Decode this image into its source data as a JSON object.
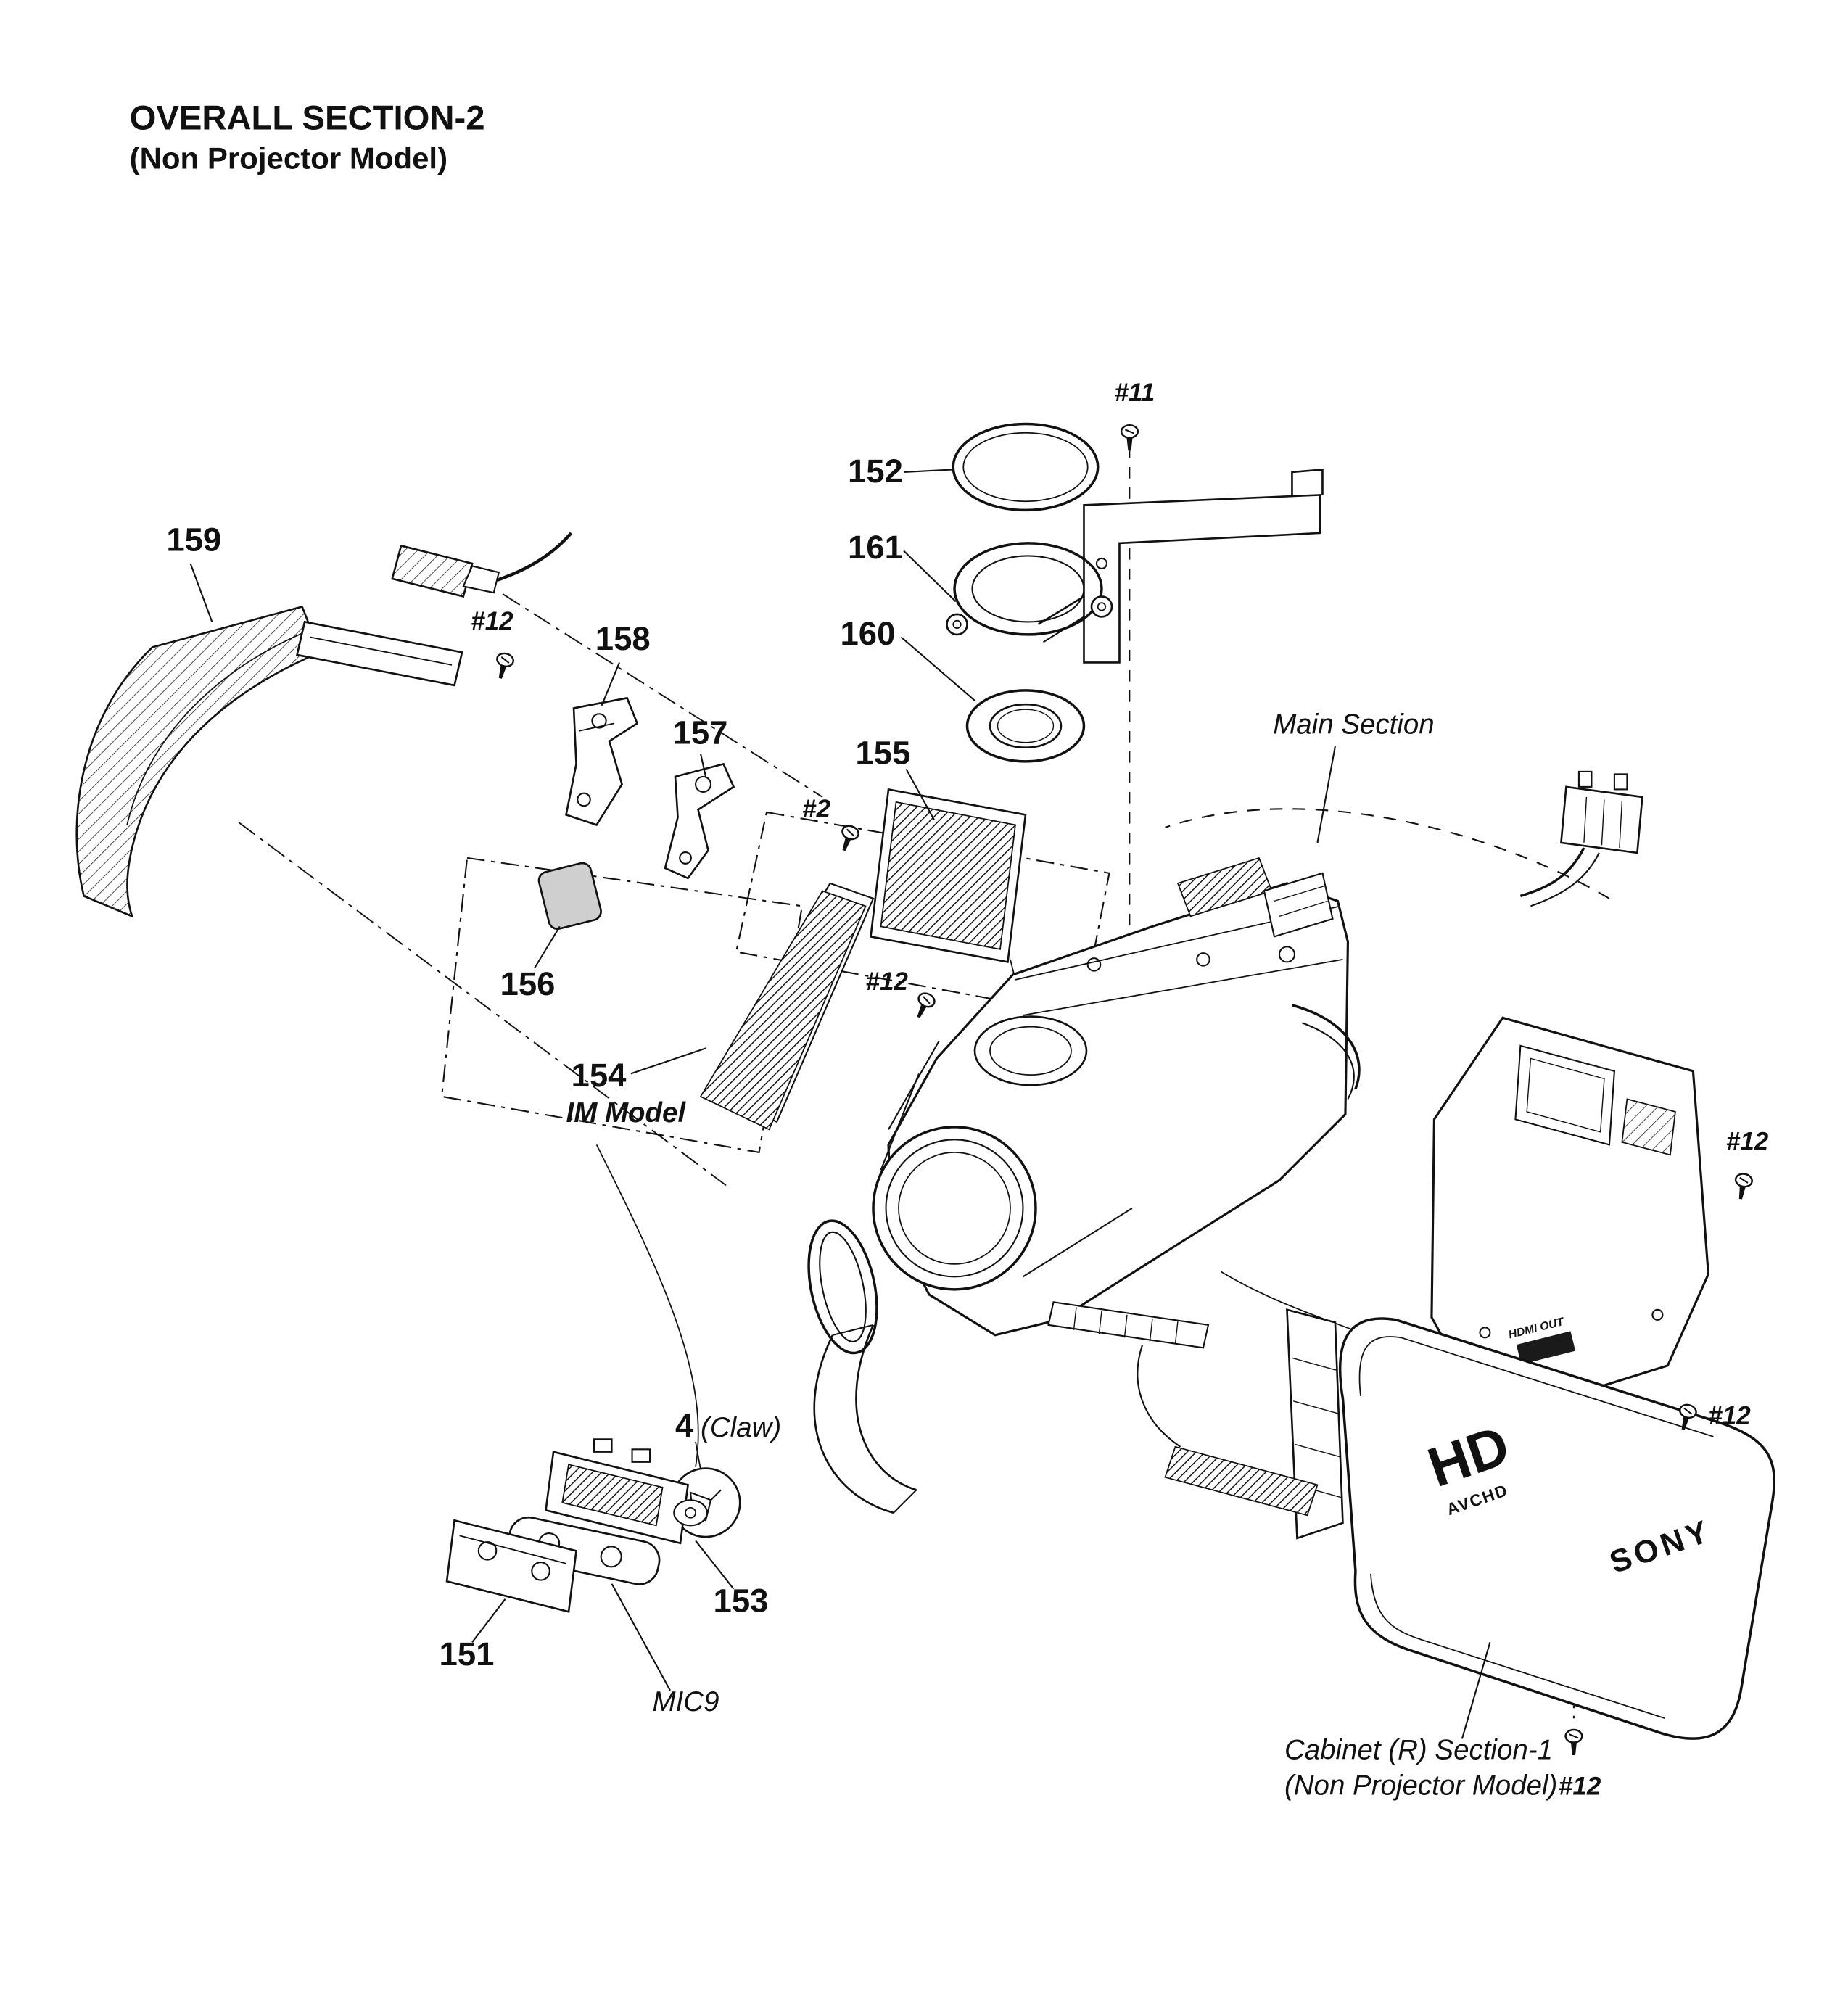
{
  "title": {
    "line1": "OVERALL SECTION-2",
    "line2": "(Non Projector Model)"
  },
  "part_labels": {
    "p151": "151",
    "p152": "152",
    "p153": "153",
    "p154": "154",
    "p155": "155",
    "p156": "156",
    "p157": "157",
    "p158": "158",
    "p159": "159",
    "p160": "160",
    "p161": "161"
  },
  "screw_labels": {
    "s11": "#11",
    "s2": "#2",
    "s12_strap": "#12",
    "s12_flex": "#12",
    "s12_cabinet_top": "#12",
    "s12_cabinet_mid": "#12"
  },
  "notes": {
    "im_model": "IM Model",
    "main_section": "Main Section",
    "claw_number": "4",
    "claw_text": "(Claw)",
    "mic": "MIC9",
    "cabinet_line1": "Cabinet (R) Section-1",
    "cabinet_line2": "(Non Projector Model)",
    "cabinet_screw_ref": "#12"
  },
  "cabinet_markings": {
    "logo_hd": "HD",
    "logo_avchd": "AVCHD",
    "logo_sony": "SONY",
    "port_label": "HDMI OUT"
  },
  "colors": {
    "ink": "#111111",
    "paper": "#ffffff"
  }
}
